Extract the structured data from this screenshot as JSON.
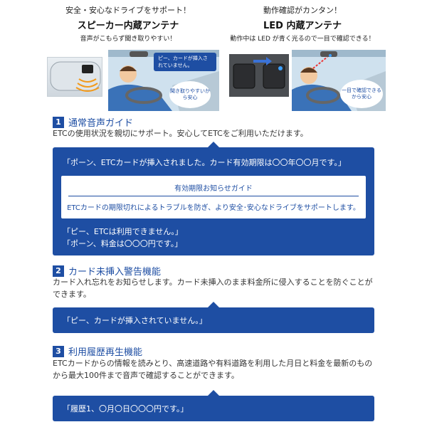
{
  "header_left": {
    "line1": "安全・安心なドライブをサポート！",
    "line2": "スピーカー内蔵アンテナ",
    "line3": "音声がこもらず聞き取りやすい！"
  },
  "header_right": {
    "line1": "動作確認がカンタン！",
    "line2": "LED 内蔵アンテナ",
    "line3": "動作中は LED が青く光るので一目で確認できる！"
  },
  "illustration_left": {
    "speech": "ピー、カードが挿入されていません。",
    "bubble": "聞き取りやすいから安心"
  },
  "illustration_right": {
    "bubble": "一目で確認できるから安心"
  },
  "section1": {
    "number": "1",
    "title": "通常音声ガイド",
    "desc": "ETCの使用状況を親切にサポート。安心してETCをご利用いただけます。",
    "message1": "「ポーン、ETCカードが挿入されました。カード有効期限は〇〇年〇〇月です。」",
    "notice_title": "有効期限お知らせガイド",
    "notice_text": "ETCカードの期限切れによるトラブルを防ぎ、より安全･安心なドライブをサポートします。",
    "message2": "「ピー、ETCは利用できません。」",
    "message3": "「ポーン、料金は〇〇〇円です。」"
  },
  "section2": {
    "number": "2",
    "title": "カード未挿入警告機能",
    "desc": "カード入れ忘れをお知らせします。カード未挿入のまま料金所に侵入することを防ぐことができます。",
    "message": "「ピー、カードが挿入されていません。」"
  },
  "section3": {
    "number": "3",
    "title": "利用履歴再生機能",
    "desc": "ETCカードからの情報を読みとり、高速道路や有料道路を利用した月日と料金を最新のものから最大100件まで音声で確認することができます。",
    "message": "「履歴1、〇月〇日〇〇〇円です。」"
  },
  "colors": {
    "accent": "#1e4ea3"
  }
}
